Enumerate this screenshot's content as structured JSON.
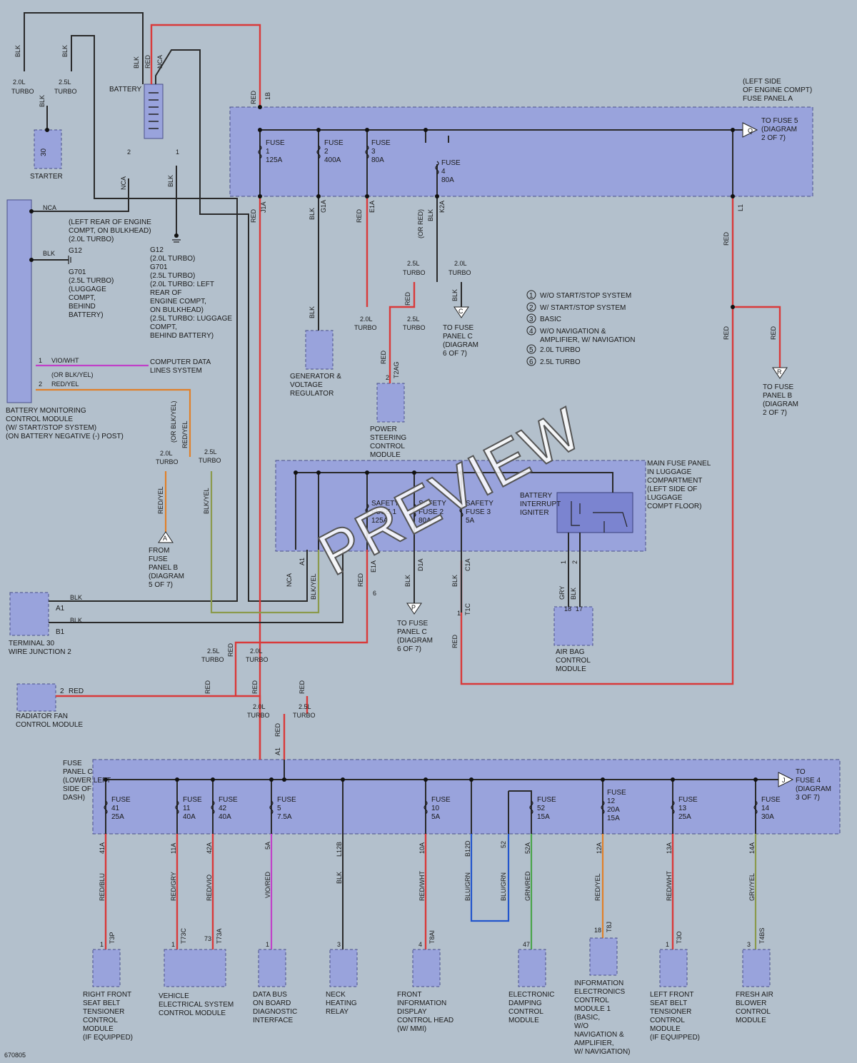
{
  "diagram_id": "670805",
  "watermark": "PREVIEW",
  "battery": {
    "label": "BATTERY"
  },
  "starter": {
    "label": "STARTER",
    "pin": "30"
  },
  "generator": {
    "label": "GENERATOR &\nVOLTAGE\nREGULATOR"
  },
  "power_steering": {
    "label": "POWER\nSTEERING\nCONTROL\nMODULE",
    "pin": "2",
    "conn": "T2AG"
  },
  "bmcm": {
    "label": "BATTERY MONITORING\nCONTROL MODULE\n(W/ START/STOP SYSTEM)\n(ON BATTERY NEGATIVE (-) POST)"
  },
  "radiator_fan": {
    "label": "RADIATOR FAN\nCONTROL MODULE",
    "pin": "2",
    "wire": "RED"
  },
  "terminal30": {
    "label": "TERMINAL 30\nWIRE JUNCTION 2",
    "a1": "A1",
    "b1": "B1"
  },
  "airbag": {
    "label": "AIR BAG\nCONTROL\nMODULE"
  },
  "fuse_panel_a": {
    "label": "(LEFT SIDE\nOF ENGINE COMPT)\nFUSE PANEL A"
  },
  "main_fuse_panel": {
    "label": "MAIN FUSE PANEL\nIN LUGGAGE\nCOMPARTMENT\n(LEFT SIDE OF\nLUGGAGE\nCOMPT FLOOR)"
  },
  "fuse_panel_c": {
    "label": "FUSE\nPANEL C\n(LOWER LEFT\nSIDE OF\nDASH)"
  },
  "ground_note": "(LEFT REAR OF ENGINE\nCOMPT, ON BULKHEAD)\n(2.0L TURBO)",
  "ground_g12": "G12",
  "ground_g701": "G701\n(2.5L TURBO)\n(LUGGAGE\nCOMPT,\nBEHIND\nBATTERY)",
  "ground_note2": "G12\n(2.0L TURBO)\nG701\n(2.5L TURBO)\n(2.0L TURBO: LEFT\nREAR OF\nENGINE COMPT,\nON BULKHEAD)\n(2.5L TURBO: LUGGAGE\nCOMPT,\nBEHIND BATTERY)",
  "computer_data": "COMPUTER DATA\nLINES SYSTEM",
  "legend": [
    {
      "num": "1",
      "text": "W/O START/STOP SYSTEM"
    },
    {
      "num": "2",
      "text": "W/ START/STOP SYSTEM"
    },
    {
      "num": "3",
      "text": "BASIC"
    },
    {
      "num": "4",
      "text": "W/O NAVIGATION &\nAMPLIFIER, W/ NAVIGATION"
    },
    {
      "num": "5",
      "text": "2.0L TURBO"
    },
    {
      "num": "6",
      "text": "2.5L TURBO"
    }
  ],
  "fuses_a": [
    {
      "name": "FUSE\n1\n125A",
      "out": "J1A"
    },
    {
      "name": "FUSE\n2\n400A",
      "out": "G1A"
    },
    {
      "name": "FUSE\n3\n80A",
      "out": "E1A"
    },
    {
      "name": "FUSE\n4\n80A",
      "out": "K2A"
    }
  ],
  "safety_fuses": [
    {
      "name": "SAFETY\nFUSE 1\n125A"
    },
    {
      "name": "SAFETY\nFUSE 2\n80A"
    },
    {
      "name": "SAFETY\nFUSE 3\n5A"
    },
    {
      "name": "BATTERY\nINTERRUPT\nIGNITER"
    }
  ],
  "refs": {
    "fuse5": "TO FUSE 5\n(DIAGRAM\n2 OF 7)",
    "panel_b_2": "TO FUSE\nPANEL B\n(DIAGRAM\n2 OF 7)",
    "panel_c_6a": "TO FUSE\nPANEL C\n(DIAGRAM\n6 OF 7)",
    "panel_c_6b": "TO FUSE\nPANEL C\n(DIAGRAM\n6 OF 7)",
    "from_panel_b": "FROM\nFUSE\nPANEL B\n(DIAGRAM\n5 OF 7)",
    "fuse4": "TO\nFUSE 4\n(DIAGRAM\n3 OF 7)"
  },
  "fuses_c": [
    {
      "name": "FUSE\n41\n25A",
      "cav": "41A",
      "wire": "RED/BLU",
      "pin": "1",
      "conn": "T3P"
    },
    {
      "name": "FUSE\n11\n40A",
      "cav": "11A",
      "wire": "RED/GRY",
      "pin": "1",
      "conn": "T73C"
    },
    {
      "name": "FUSE\n42\n40A",
      "cav": "42A",
      "wire": "RED/VIO",
      "pin": "73",
      "conn": "T73A"
    },
    {
      "name": "FUSE\n5\n7.5A",
      "cav": "5A",
      "wire": "VIO/RED",
      "pin": "1",
      "conn": ""
    },
    {
      "name": "",
      "cav": "L12B",
      "wire": "BLK",
      "pin": "3",
      "conn": ""
    },
    {
      "name": "FUSE\n10\n5A",
      "cav": "10A",
      "wire": "RED/WHT",
      "pin": "4",
      "conn": "T8AI"
    },
    {
      "name": "",
      "cav": "B12D",
      "wire": "BLU/GRN",
      "pin": "",
      "conn": ""
    },
    {
      "name": "FUSE\n52\n15A",
      "cav": "52A",
      "wire": "GRN/RED",
      "pin": "47",
      "conn": ""
    },
    {
      "name": "FUSE\n12\n20A\n15A",
      "cav": "12A",
      "wire": "RED/YEL",
      "pin": "18",
      "conn": "T8J"
    },
    {
      "name": "FUSE\n13\n25A",
      "cav": "13A",
      "wire": "RED/WHT",
      "pin": "1",
      "conn": "T3O"
    },
    {
      "name": "FUSE\n14\n30A",
      "cav": "14A",
      "wire": "GRY/YEL",
      "pin": "3",
      "conn": "T4BS"
    }
  ],
  "modules": [
    {
      "label": "RIGHT FRONT\nSEAT BELT\nTENSIONER\nCONTROL\nMODULE\n(IF EQUIPPED)"
    },
    {
      "label": "VEHICLE\nELECTRICAL SYSTEM\nCONTROL MODULE"
    },
    {
      "label": "DATA BUS\nON BOARD\nDIAGNOSTIC\nINTERFACE"
    },
    {
      "label": "NECK\nHEATING\nRELAY"
    },
    {
      "label": "FRONT\nINFORMATION\nDISPLAY\nCONTROL HEAD\n(W/ MMI)"
    },
    {
      "label": "ELECTRONIC\nDAMPING\nCONTROL\nMODULE"
    },
    {
      "label": "INFORMATION\nELECTRONICS\nCONTROL\nMODULE 1\n(BASIC,\nW/O\nNAVIGATION &\nAMPLIFIER,\nW/ NAVIGATION)"
    },
    {
      "label": "LEFT FRONT\nSEAT BELT\nTENSIONER\nCONTROL\nMODULE\n(IF EQUIPPED)"
    },
    {
      "label": "FRESH AIR\nBLOWER\nCONTROL\nMODULE"
    }
  ]
}
